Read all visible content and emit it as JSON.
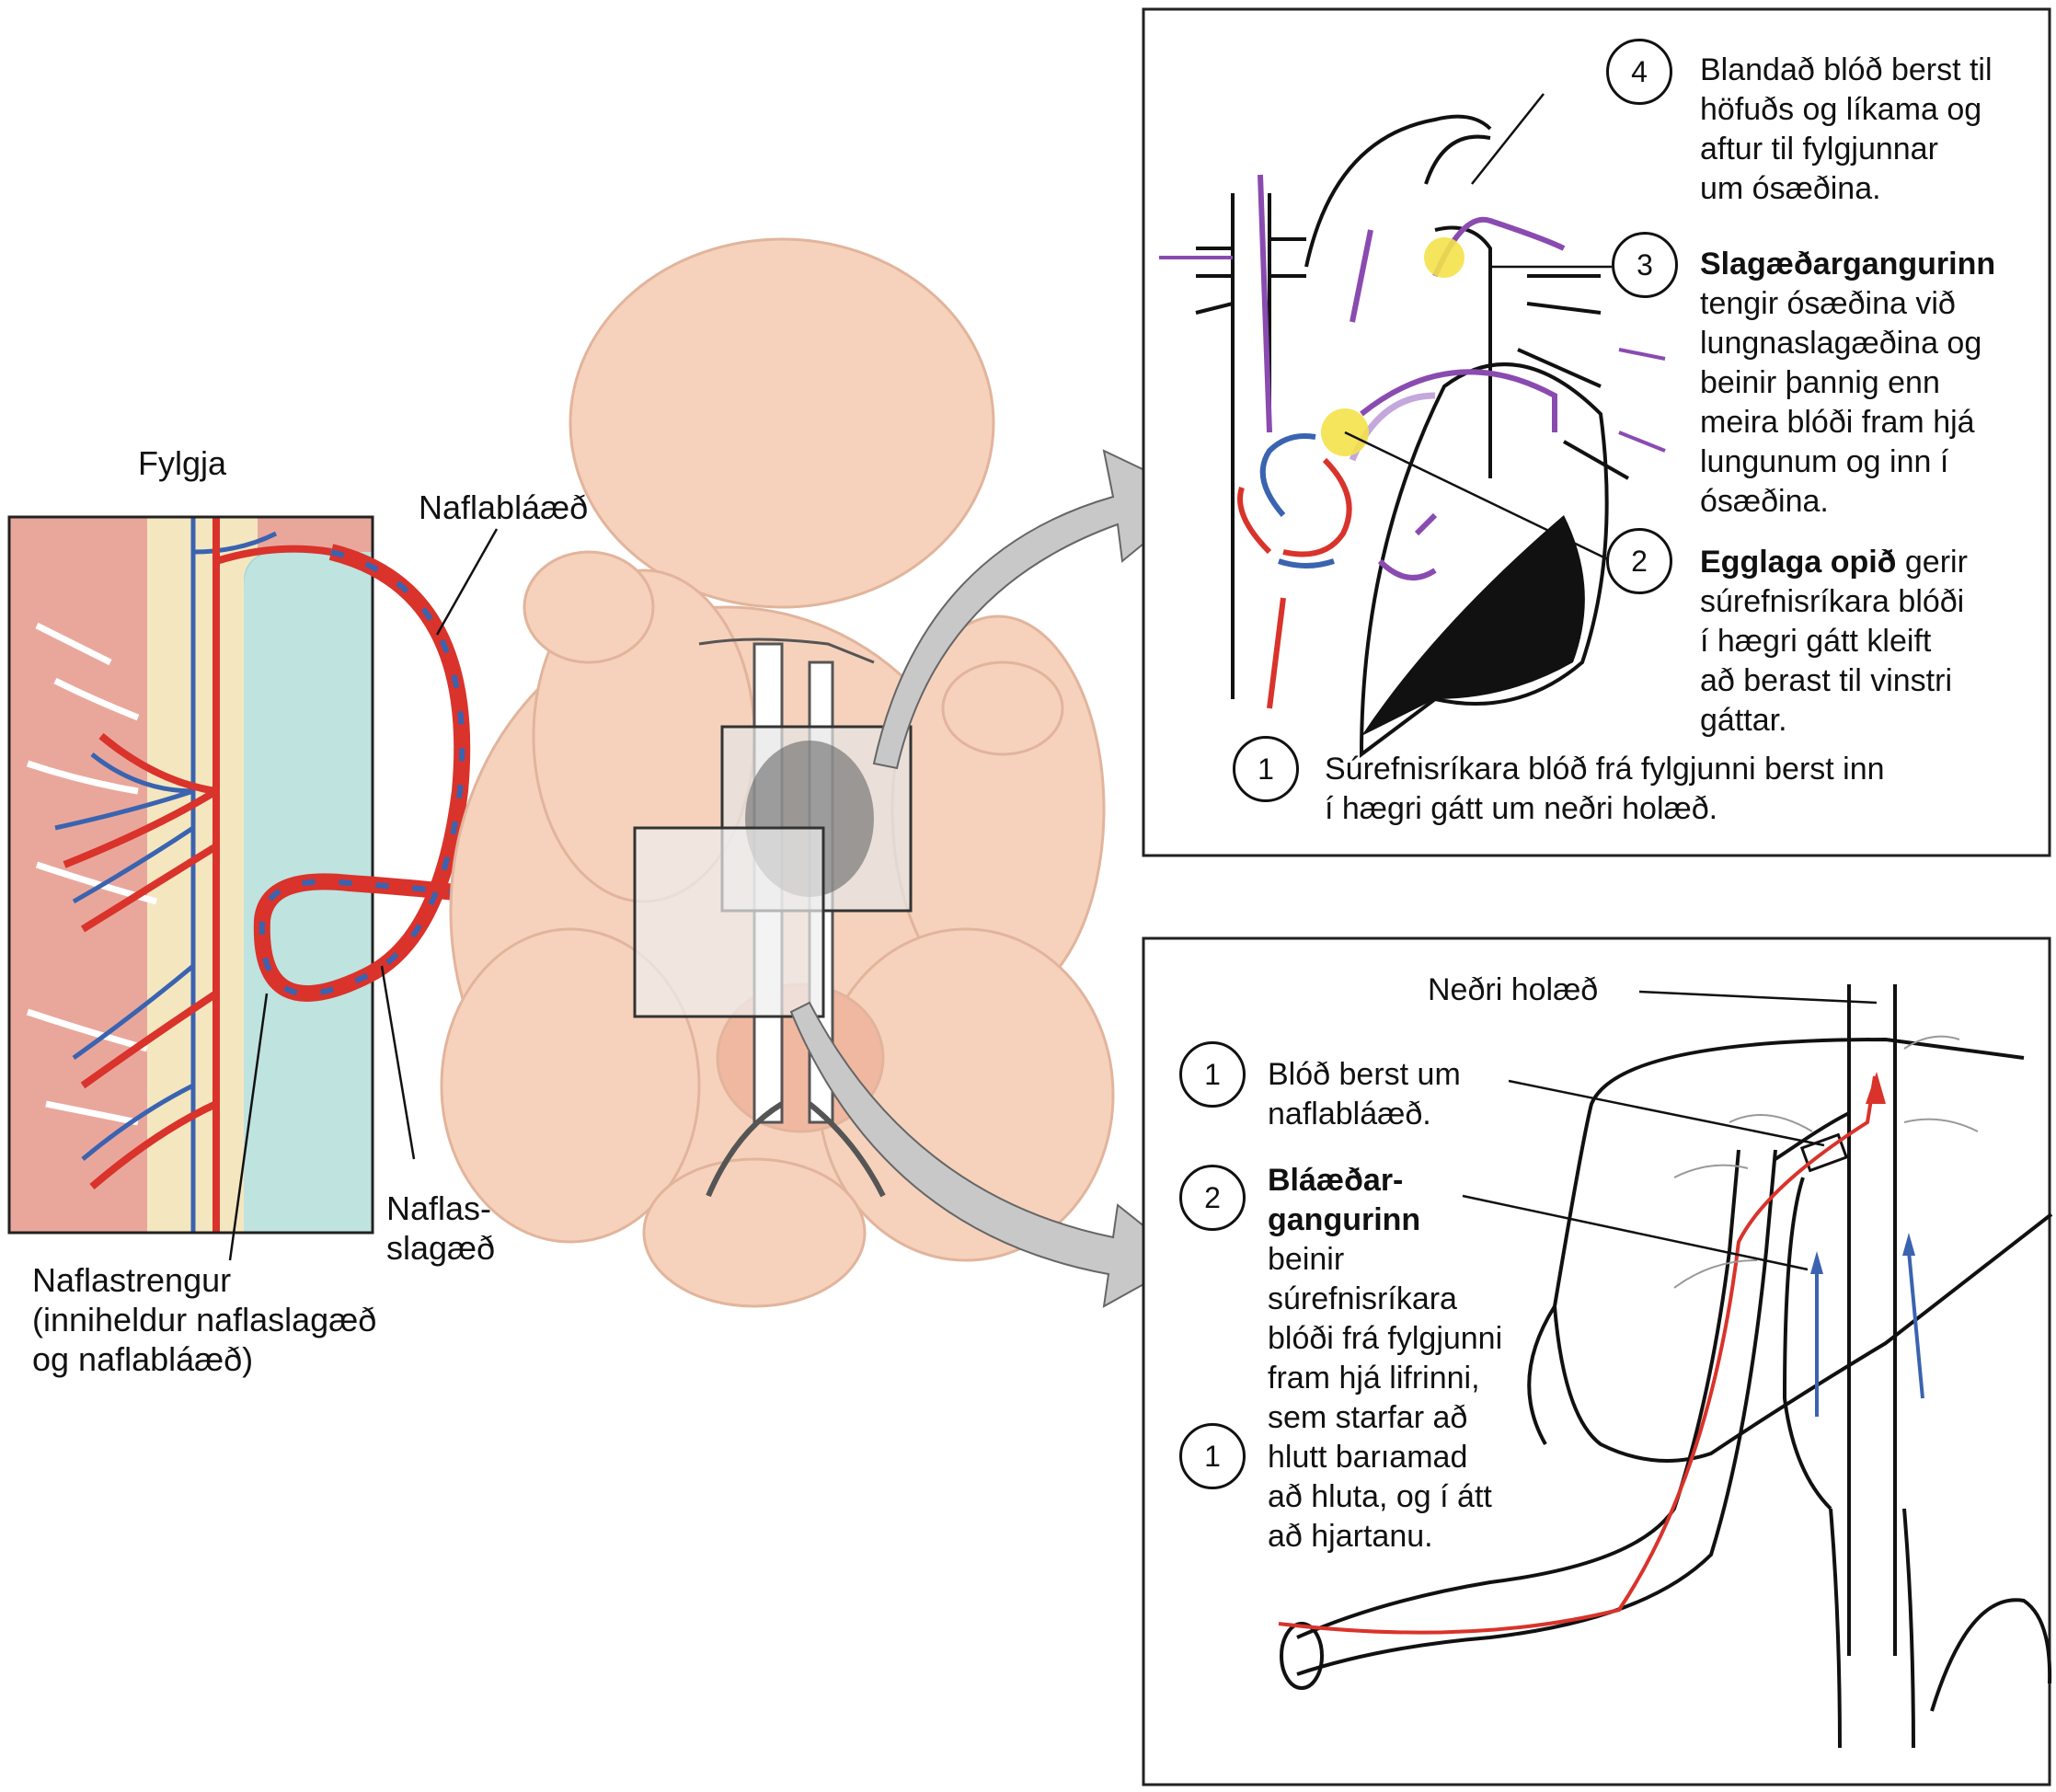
{
  "colors": {
    "artery_red": "#d9332b",
    "vein_blue": "#3a63b0",
    "mixed_purple": "#8a4bb0",
    "skin": "#f6d2bc",
    "amniotic": "#a9d8d3",
    "highlight_yellow": "#f3e24a",
    "arrow_gray": "#c8c8c8"
  },
  "labels": {
    "placenta": "Fylgja",
    "umbilical_vein": "Naflabláæð",
    "umbilical_arteries": "Naflas-\nslagæð",
    "umbilical_cord": "Naflastrengur\n(inniheldur naflaslagæð\nog naflabláæð)"
  },
  "heart_panel": {
    "step4_num": "4",
    "step4_text": "Blandað blóð berst til\nhöfuðs og líkama og\naftur til fylgjunnar\num ósæðina.",
    "step3_num": "3",
    "step3_bold": "Slagæðargangurinn",
    "step3_text": "tengir ósæðina við\nlungnaslagæðina og\nbeinir þannig enn\nmeira blóði fram hjá\nlungunum og inn í\nósæðina.",
    "step2_num": "2",
    "step2_bold": "Egglaga opið",
    "step2_after_bold": " gerir",
    "step2_text": "súrefnisríkara blóði\ní hægri gátt kleift\nað berast til vinstri\ngáttar.",
    "step1_num": "1",
    "step1_text": "Súrefnisríkara blóð frá fylgjunni berst inn\ní hægri gátt um neðri holæð."
  },
  "liver_panel": {
    "ivc_label": "Neðri holæð",
    "step1a_num": "1",
    "step1a_text": "Blóð berst um\nnaflabláæð.",
    "step2_num": "2",
    "step2_bold": "Bláæðar-\ngangurinn",
    "step2_text": "beinir\nsúrefnisríkara\nblóði frá fylgjunni\nfram hjá lifrinni,\nsem starfar að\nhlutt barıamad\nað hluta, og í átt\nað hjartanu.",
    "step1b_num": "1"
  }
}
